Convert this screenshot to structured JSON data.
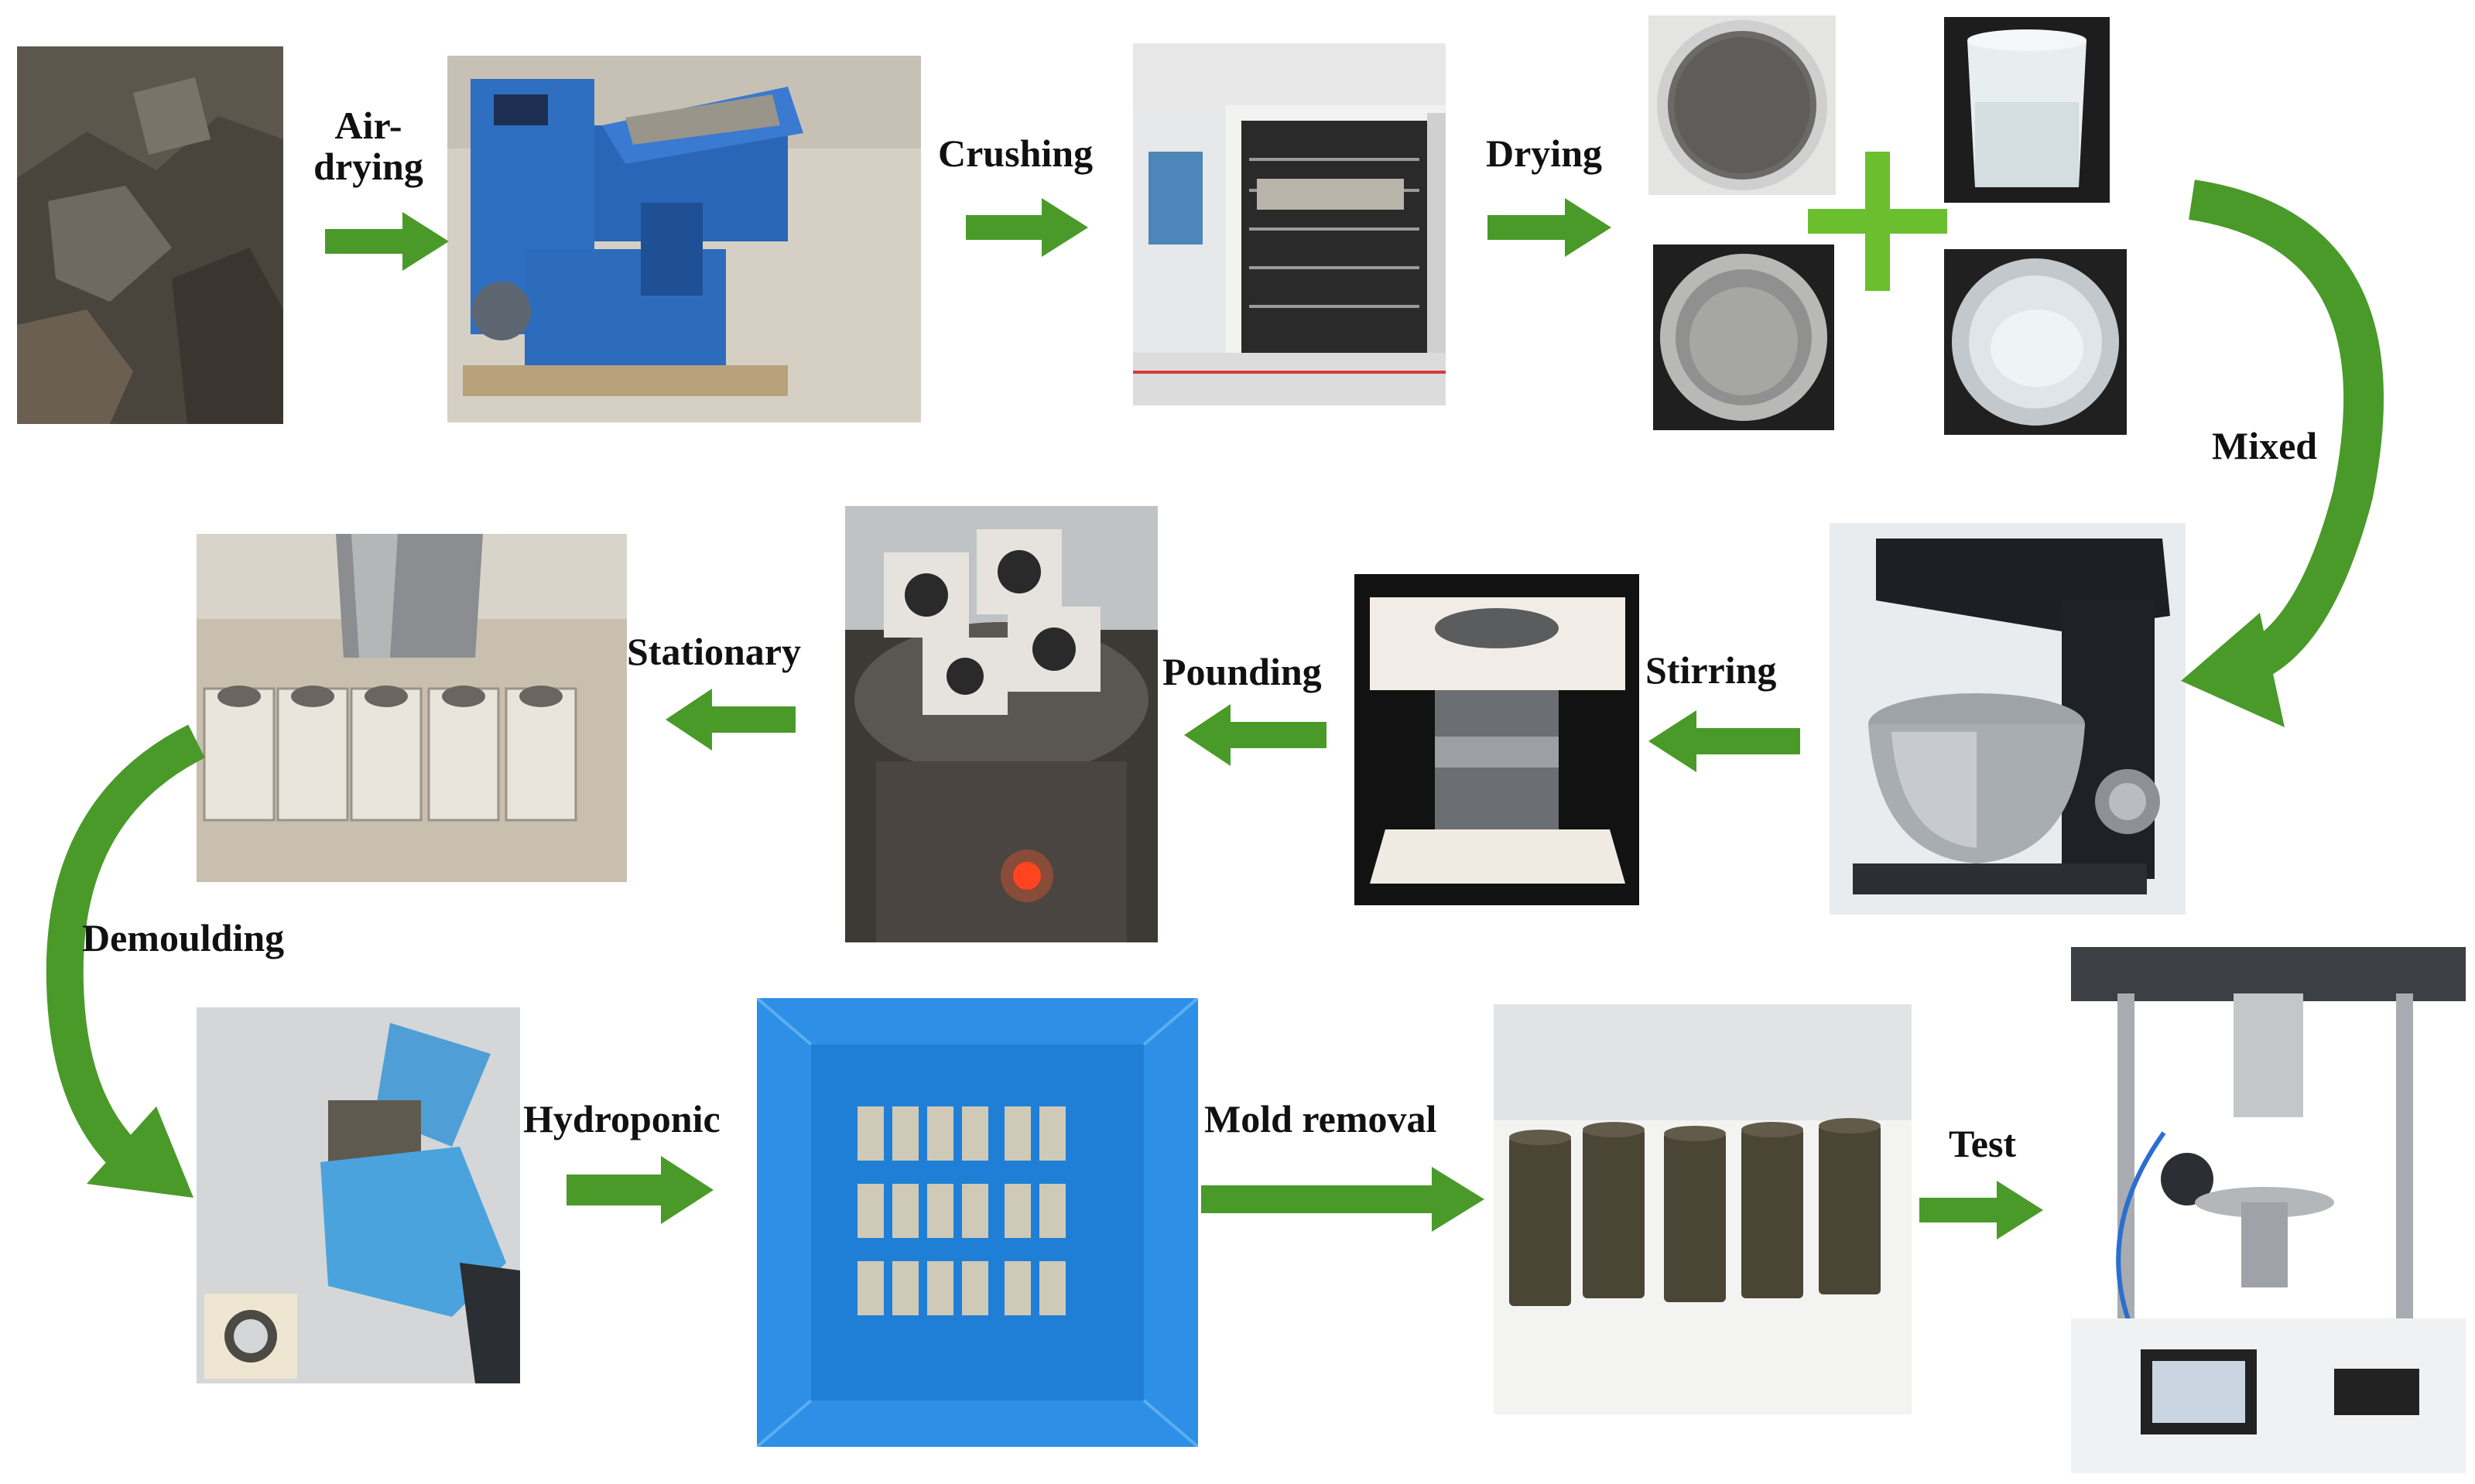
{
  "steps": {
    "air_drying": "Air-\ndrying",
    "crushing": "Crushing",
    "drying": "Drying",
    "mixed": "Mixed",
    "stirring": "Stirring",
    "pounding": "Pounding",
    "stationary": "Stationary",
    "demoulding": "Demoulding",
    "hydroponic": "Hydroponic",
    "mold_removal": "Mold removal",
    "test": "Test"
  },
  "colors": {
    "arrow": "#4a9a2a",
    "plus": "#6bbf2f"
  }
}
